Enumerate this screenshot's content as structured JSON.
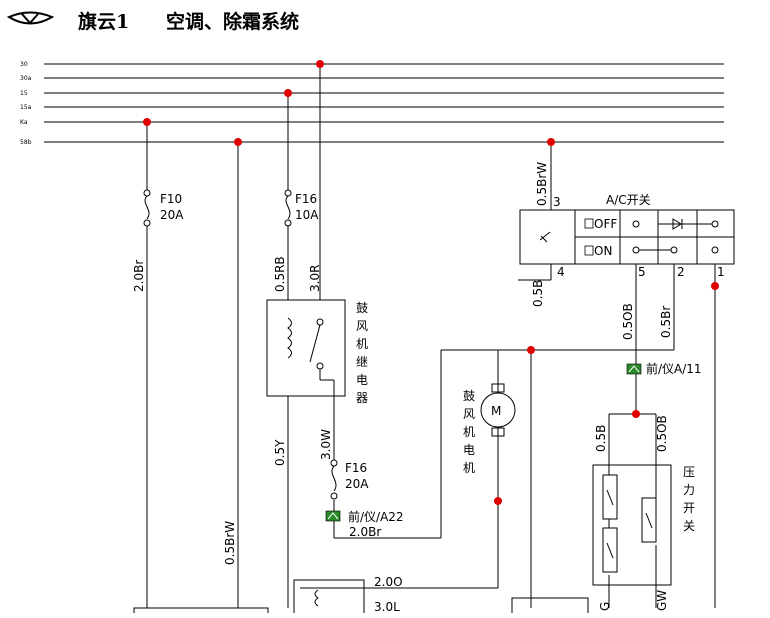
{
  "header": {
    "logo_icon": "chery-logo-icon",
    "model": "旗云1",
    "title": "空调、除霜系统"
  },
  "buses": [
    "30",
    "30a",
    "15",
    "15a",
    "Ka",
    "58b"
  ],
  "fuses": [
    {
      "id": "F10",
      "rating": "20A"
    },
    {
      "id": "F16",
      "rating": "10A"
    },
    {
      "id": "F16",
      "rating": "20A"
    }
  ],
  "wires": {
    "w1": "2.0Br",
    "w2": "0.5RB",
    "w3": "3.0R",
    "w4": "0.5Y",
    "w5": "3.0W",
    "w6": "0.5BrW",
    "w7": "0.5BrW",
    "w8": "0.5B",
    "w9": "0.5OB",
    "w10": "0.5Br",
    "w11": "0.5B",
    "w12": "0.5OB",
    "w13": "2.0Br",
    "w14": "2.0O",
    "w15": "3.0L",
    "w16": "G",
    "w17": "GW"
  },
  "relay": {
    "label": "鼓风机继电器"
  },
  "motor": {
    "label": "鼓风机电机",
    "symbol": "M"
  },
  "ac_switch": {
    "title": "A/C开关",
    "off_label": "OFF",
    "on_label": "ON",
    "pins": [
      "3",
      "4",
      "5",
      "2",
      "1"
    ]
  },
  "connectors": {
    "c1": "前/仪A/11",
    "c2": "前/仪/A22"
  },
  "pressure_switch": {
    "label": "压力开关"
  },
  "colors": {
    "junction": "#e00000",
    "connector": "#2a8a2a",
    "line": "#000000"
  }
}
